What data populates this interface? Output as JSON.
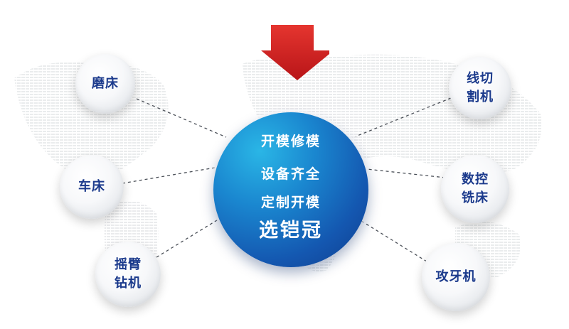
{
  "hub": {
    "lines": [
      "开模修模",
      "设备齐全",
      "定制开模"
    ],
    "highlight": "选铠冠"
  },
  "nodes": {
    "grinding": "磨床",
    "lathe": "车床",
    "radial_drill": "摇臂\n钻机",
    "wire_cut": "线切\n割机",
    "cnc_mill": "数控\n铣床",
    "tapping": "攻牙机"
  },
  "colors": {
    "arrow": "#d8232a",
    "hub_dark": "#0f3d8c",
    "hub_light": "#2ab6e6",
    "node_text": "#1b3a8c"
  }
}
